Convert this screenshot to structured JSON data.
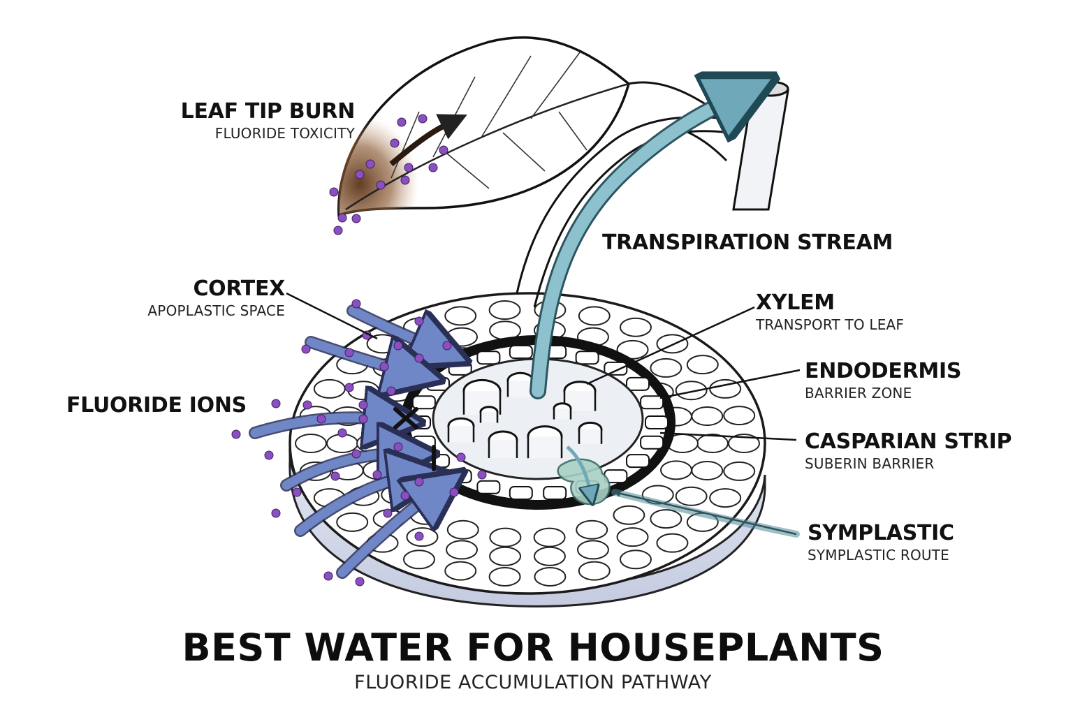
{
  "title": "BEST WATER FOR HOUSEPLANTS",
  "subtitle": "FLUORIDE ACCUMULATION PATHWAY",
  "labels": {
    "leaf_tip_burn": {
      "title": "LEAF TIP BURN",
      "sub": "FLUORIDE TOXICITY"
    },
    "transpiration": {
      "title": "TRANSPIRATION STREAM"
    },
    "cortex": {
      "title": "CORTEX",
      "sub": "APOPLASTIC SPACE"
    },
    "xylem": {
      "title": "XYLEM",
      "sub": "TRANSPORT TO LEAF"
    },
    "endodermis": {
      "title": "ENDODERMIS",
      "sub": "BARRIER ZONE"
    },
    "fluoride_ions": {
      "title": "FLUORIDE IONS"
    },
    "casparian": {
      "title": "CASPARIAN STRIP",
      "sub": "SUBERIN BARRIER"
    },
    "symplastic": {
      "title": "SYMPLASTIC",
      "sub": "SYMPLASTIC ROUTE"
    }
  },
  "colors": {
    "ion": "#8a4fc0",
    "blue_arrow": "#6f86c7",
    "teal_arrow": "#6fa8b8",
    "burn": "#7a4a28",
    "ink": "#111111",
    "symplast": "#a8d0c4"
  }
}
